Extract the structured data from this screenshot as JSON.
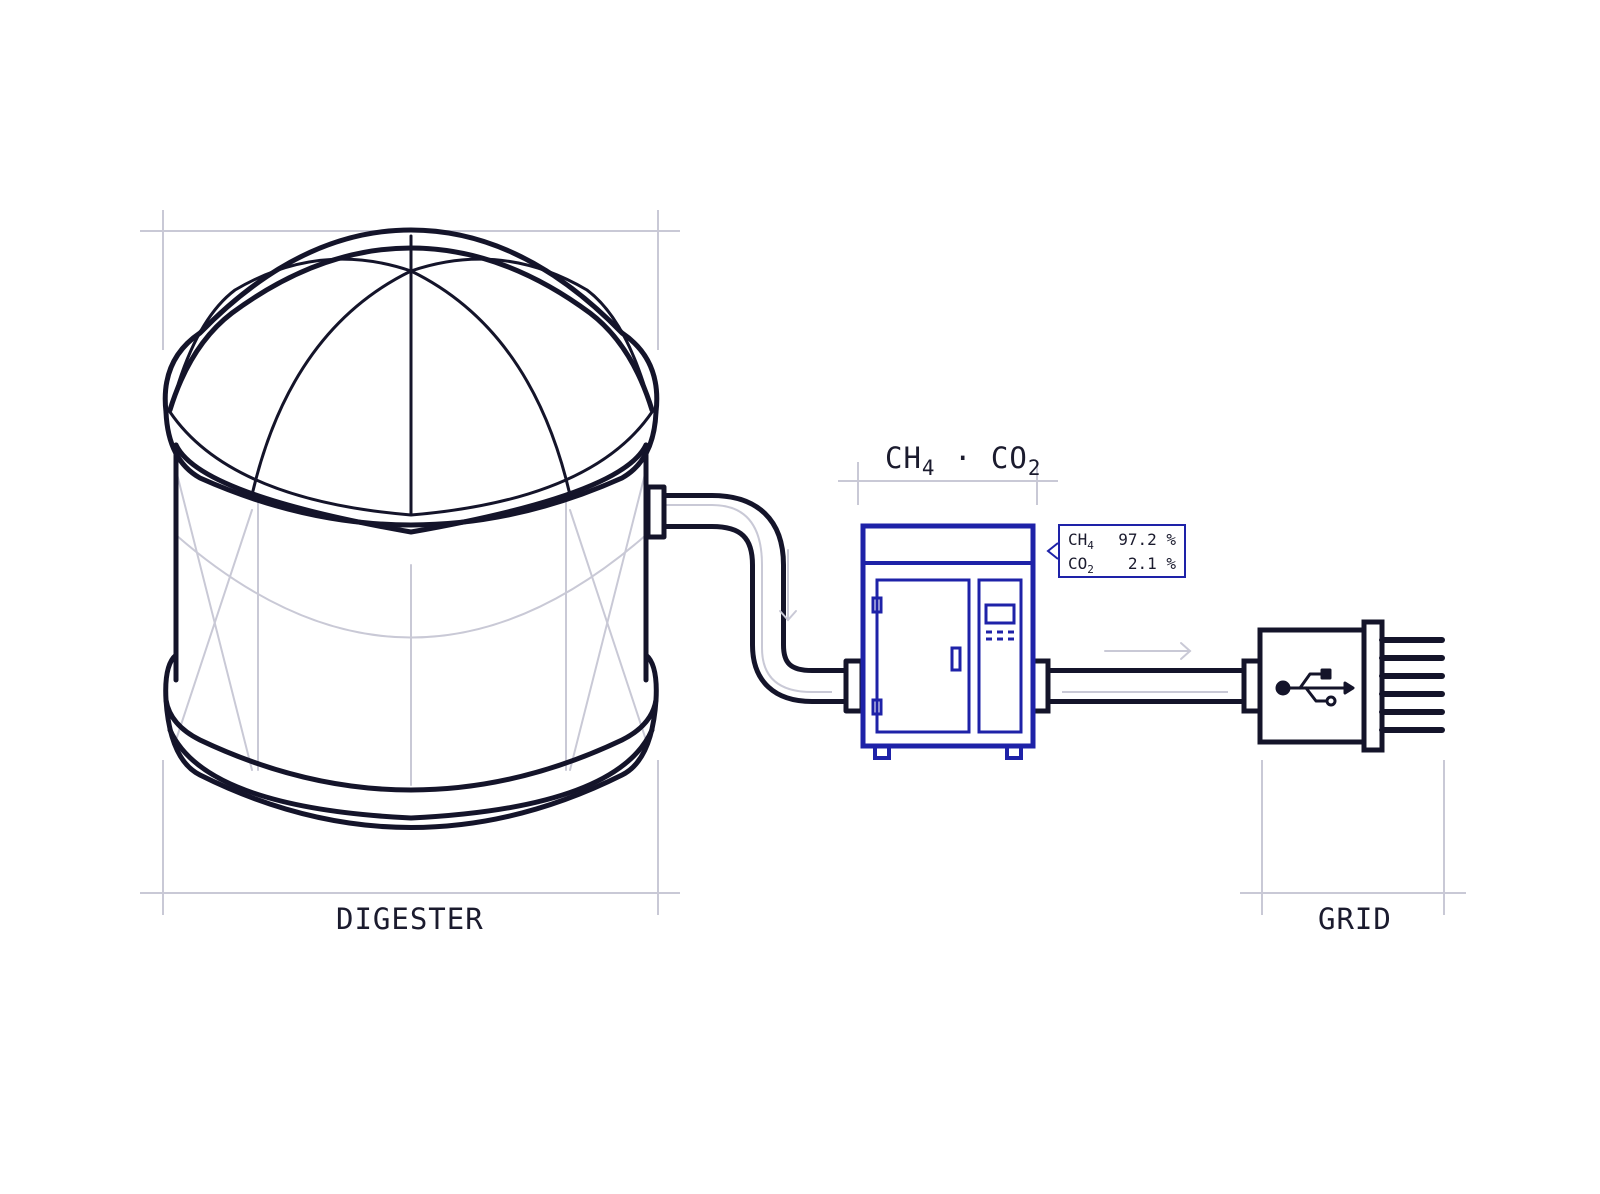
{
  "labels": {
    "digester": "DIGESTER",
    "grid": "GRID",
    "gas_heading": {
      "ch": "CH",
      "ch_sub": "4",
      "sep": " · ",
      "co": "CO",
      "co_sub": "2"
    }
  },
  "readout": {
    "rows": [
      {
        "gas": "CH",
        "sub": "4",
        "value": "97.2 %"
      },
      {
        "gas": "CO",
        "sub": "2",
        "value": "2.1 %"
      }
    ]
  },
  "colors": {
    "ink": "#14142a",
    "accent": "#1e22a8",
    "guide": "#c9c9d6"
  },
  "icons": [
    "usb-icon",
    "flow-arrow-icon"
  ]
}
